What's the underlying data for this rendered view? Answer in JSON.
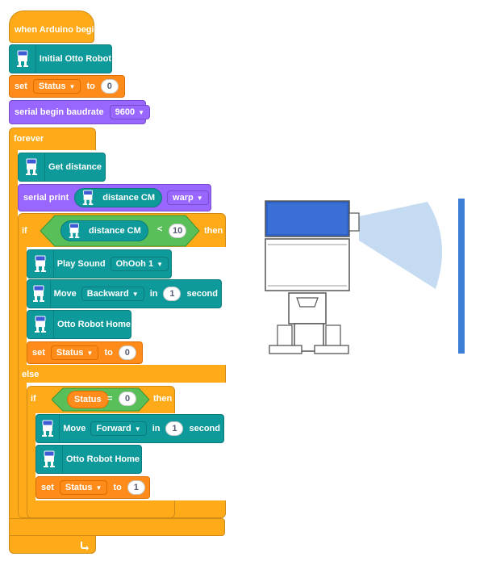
{
  "event": {
    "label": "when Arduino begin"
  },
  "initial": {
    "label": "Initial Otto Robot"
  },
  "set_status_initial": {
    "label": "set",
    "var": "Status",
    "to": "to",
    "value": "0"
  },
  "serial_begin": {
    "label": "serial begin baudrate",
    "baud": "9600"
  },
  "forever": {
    "label": "forever"
  },
  "get_distance": {
    "label": "Get distance"
  },
  "serial_print": {
    "label": "serial print",
    "reporter": "distance CM",
    "mode": "warp"
  },
  "if1": {
    "if": "if",
    "reporter": "distance CM",
    "op": "<",
    "value": "10",
    "then": "then"
  },
  "play_sound": {
    "label": "Play Sound",
    "sound": "OhOoh 1"
  },
  "move_back": {
    "label": "Move",
    "dir": "Backward",
    "in": "in",
    "value": "1",
    "unit": "second"
  },
  "home1": {
    "label": "Otto Robot Home"
  },
  "set_status_a": {
    "label": "set",
    "var": "Status",
    "to": "to",
    "value": "0"
  },
  "else": {
    "label": "else"
  },
  "if2": {
    "if": "if",
    "var": "Status",
    "op": "=",
    "value": "0",
    "then": "then"
  },
  "move_fwd": {
    "label": "Move",
    "dir": "Forward",
    "in": "in",
    "value": "1",
    "unit": "second"
  },
  "home2": {
    "label": "Otto Robot Home"
  },
  "set_status_b": {
    "label": "set",
    "var": "Status",
    "to": "to",
    "value": "1"
  },
  "colors": {
    "event": "#ffab19",
    "variable": "#ff8c1a",
    "serial": "#9966ff",
    "otto": "#0e9a9b",
    "operator": "#59c059",
    "wall": "#3d7fd6",
    "sensor_beam": "#c5dbf2"
  }
}
